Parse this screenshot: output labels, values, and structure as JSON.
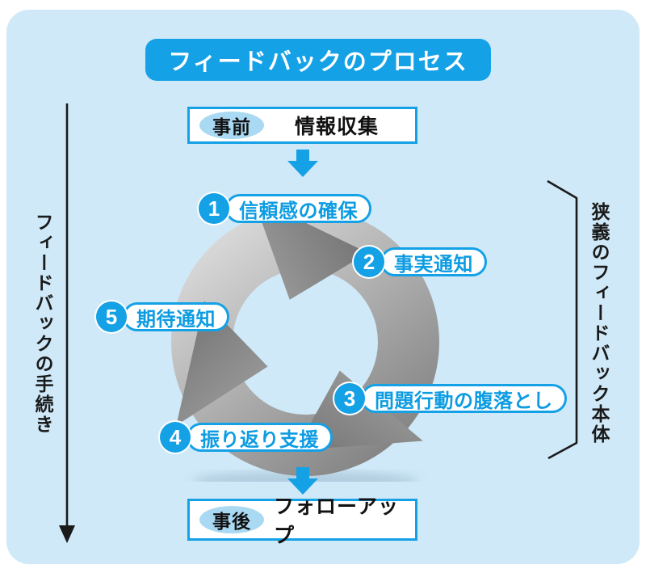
{
  "title": "フィードバックのプロセス",
  "pre_phase": {
    "badge": "事前",
    "label": "情報収集"
  },
  "post_phase": {
    "badge": "事後",
    "label": "フォローアップ"
  },
  "steps": [
    {
      "num": "1",
      "label": "信頼感の確保"
    },
    {
      "num": "2",
      "label": "事実通知"
    },
    {
      "num": "3",
      "label": "問題行動の腹落とし"
    },
    {
      "num": "4",
      "label": "振り返り支援"
    },
    {
      "num": "5",
      "label": "期待通知"
    }
  ],
  "left_axis_label": "フィードバックの手続き",
  "right_axis_label": "狭義のフィードバック本体",
  "colors": {
    "accent_blue": "#14a1e6",
    "pill_text_blue": "#0d9ce2",
    "panel_bg": "#cfe9f8",
    "badge_bg": "#a9d9f3",
    "cycle_gray_light": "#d9d9d9",
    "cycle_gray_dark": "#7d7d7d",
    "line_black": "#1a1a1a"
  }
}
